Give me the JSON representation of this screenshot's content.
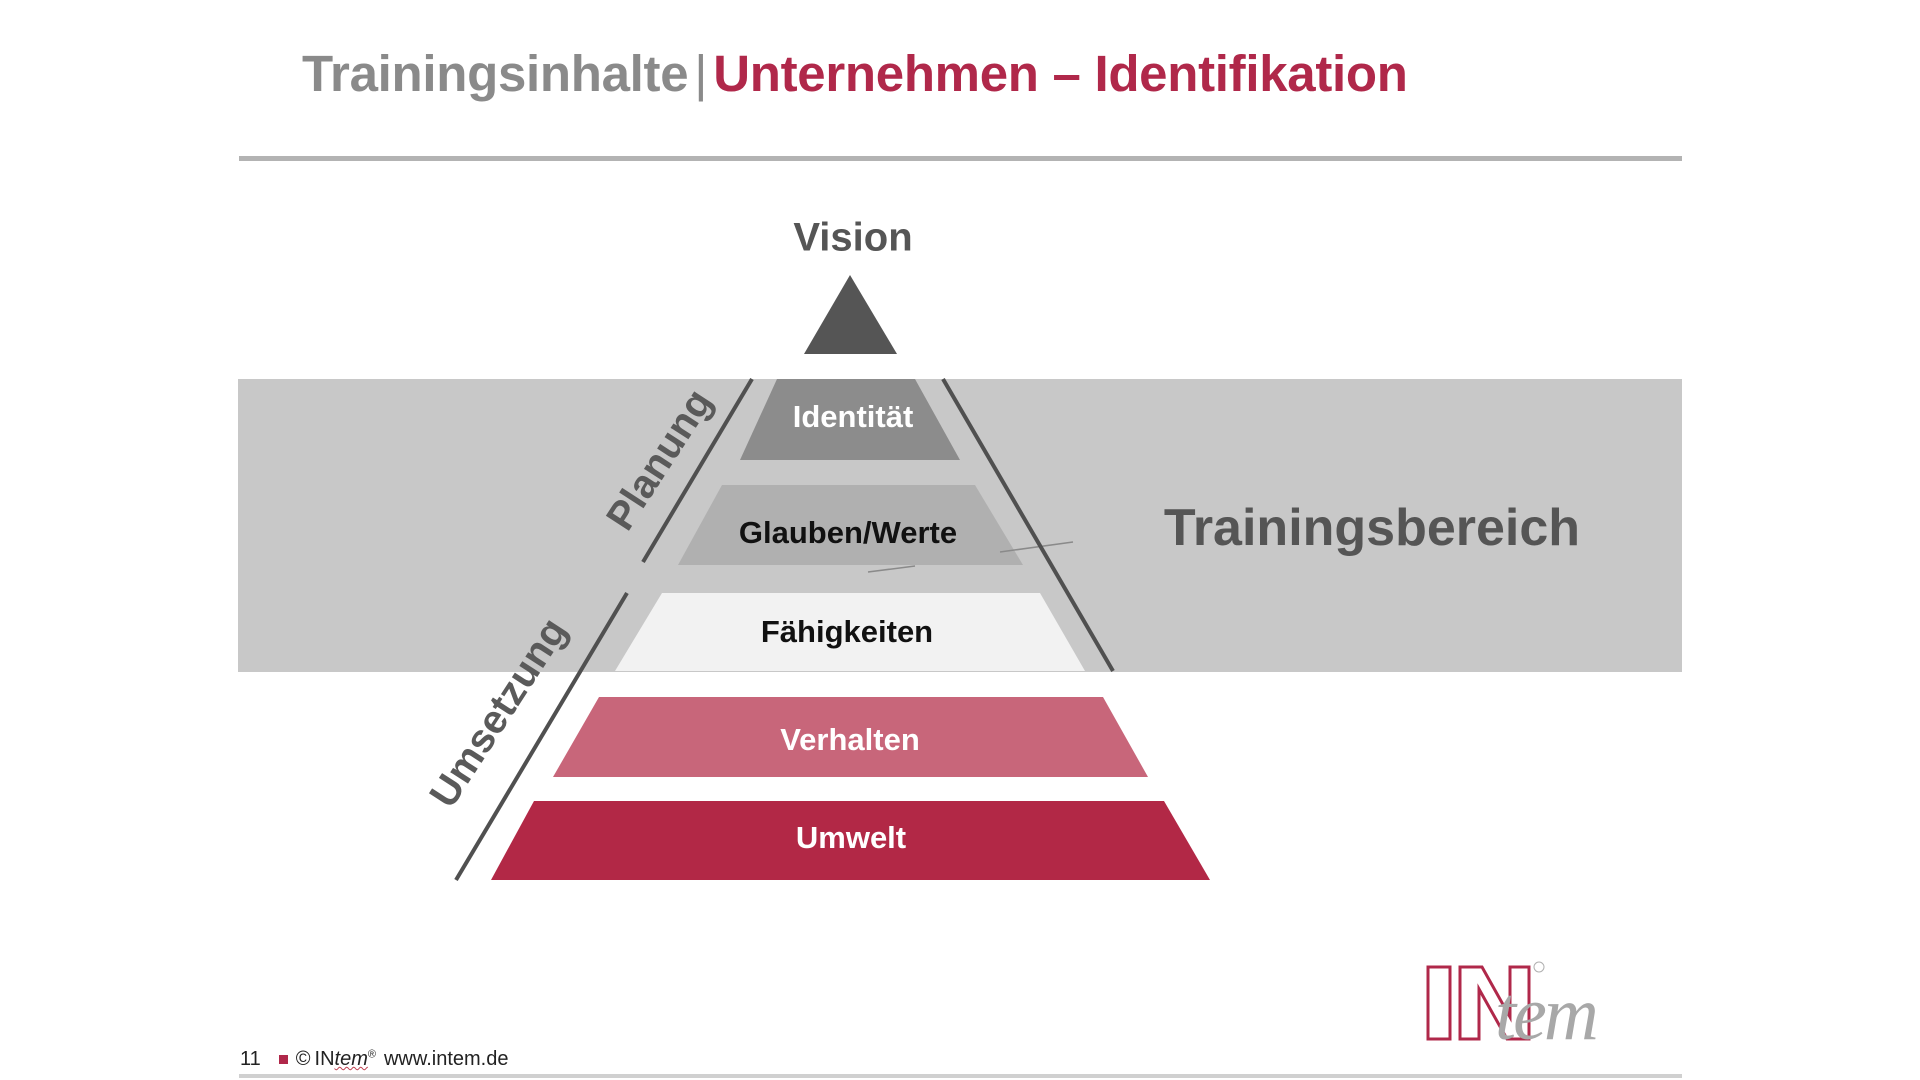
{
  "slide": {
    "page_number": "11",
    "title": {
      "prefix": "Trainingsinhalte",
      "separator": "|",
      "highlight": "Unternehmen – Identifikation"
    },
    "colors": {
      "brand_red": "#b0284a",
      "title_gray": "#8a8a8a",
      "band_gray": "#c8c8c8",
      "dark_gray": "#555555"
    }
  },
  "pyramid": {
    "apex_label": "Vision",
    "levels": [
      {
        "label": "Identität",
        "fill": "#8c8c8c",
        "text_color": "#ffffff"
      },
      {
        "label": "Glauben/Werte",
        "fill": "#b0b0b0",
        "text_color": "#111111"
      },
      {
        "label": "Fähigkeiten",
        "fill": "#f2f2f2",
        "text_color": "#111111"
      },
      {
        "label": "Verhalten",
        "fill": "#c8667a",
        "text_color": "#ffffff"
      },
      {
        "label": "Umwelt",
        "fill": "#b22846",
        "text_color": "#ffffff"
      }
    ],
    "side_labels": {
      "upper": "Planung",
      "lower": "Umsetzung"
    },
    "band_label": "Trainingsbereich"
  },
  "footer": {
    "page_number": "11",
    "copyright": "©",
    "brand_caps": "IN",
    "brand_italic": "tem",
    "registered": "®",
    "url": "www.intem.de"
  },
  "logo": {
    "caps": "IN",
    "italic": "tem",
    "registered": "®"
  }
}
